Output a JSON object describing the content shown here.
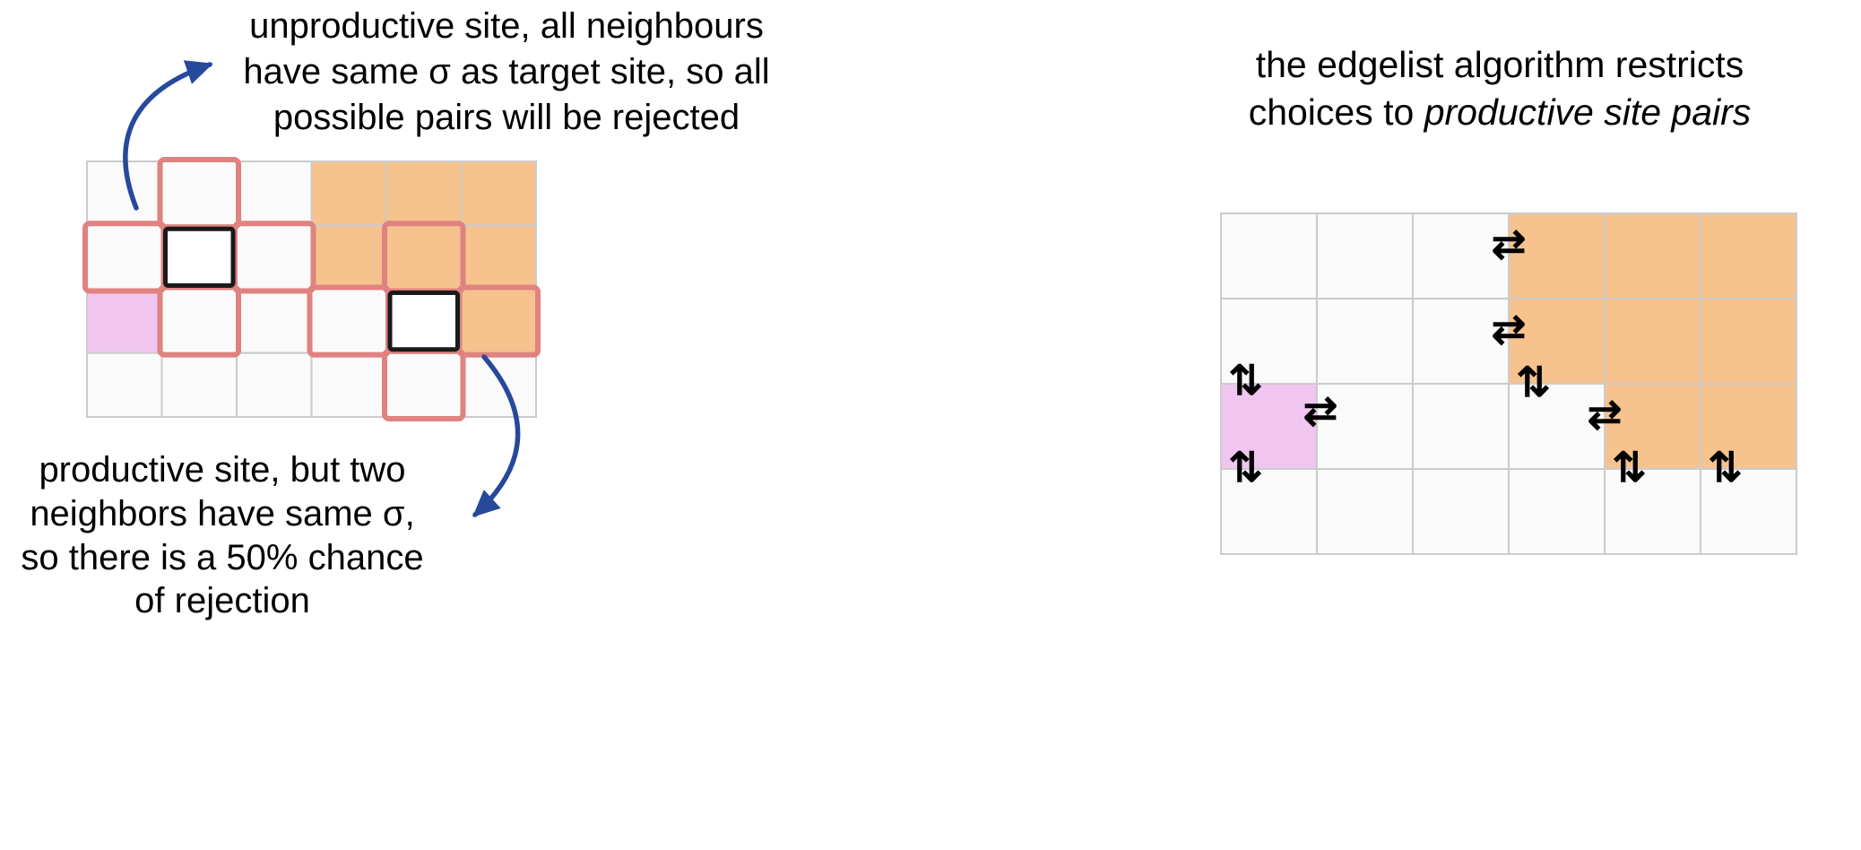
{
  "colors": {
    "background": "#FFFFFF",
    "text": "#000000",
    "orange": "#F6C28E",
    "pink": "#F0C5F0",
    "red_outline": "#E08280",
    "black_outline": "#1A1A1A",
    "grid_line": "#CBCBCB",
    "cell_fill": "#FAFAFA",
    "arrow_blue": "#27499B",
    "marker_black": "#000000"
  },
  "captions": {
    "unproductive": {
      "lines": [
        "unproductive site, all neighbours",
        "have same σ as target site, so all",
        "possible pairs will be rejected"
      ]
    },
    "productive": {
      "lines": [
        "productive site, but two",
        "neighbors have same σ,",
        "so there is a 50% chance",
        "of rejection"
      ]
    },
    "edgelist": {
      "line1": "the edgelist algorithm restricts",
      "line2_normal": "choices to ",
      "line2_italic": "productive site pairs"
    }
  },
  "left_grid": {
    "cols": 6,
    "rows": 4,
    "orange_cells": [
      [
        3,
        0
      ],
      [
        4,
        0
      ],
      [
        5,
        0
      ],
      [
        3,
        1
      ],
      [
        4,
        1
      ],
      [
        5,
        1
      ],
      [
        4,
        2
      ],
      [
        5,
        2
      ]
    ],
    "pink_cells": [
      [
        0,
        2
      ]
    ],
    "targets": [
      {
        "name": "unproductive-target-site",
        "cell": [
          1,
          1
        ],
        "neighbors": [
          [
            1,
            0
          ],
          [
            0,
            1
          ],
          [
            2,
            1
          ],
          [
            1,
            2
          ]
        ]
      },
      {
        "name": "productive-target-site",
        "cell": [
          4,
          2
        ],
        "neighbors": [
          [
            4,
            1
          ],
          [
            3,
            2
          ],
          [
            5,
            2
          ],
          [
            4,
            3
          ]
        ]
      }
    ]
  },
  "right_grid": {
    "cols": 6,
    "rows": 4,
    "orange_cells": [
      [
        3,
        0
      ],
      [
        4,
        0
      ],
      [
        5,
        0
      ],
      [
        3,
        1
      ],
      [
        4,
        1
      ],
      [
        5,
        1
      ],
      [
        4,
        2
      ],
      [
        5,
        2
      ]
    ],
    "pink_cells": [
      [
        0,
        2
      ]
    ],
    "marker_glyphs": {
      "horizontal": "⇄",
      "vertical": "⇅"
    },
    "pair_markers": [
      {
        "type": "horizontal",
        "edge": "left",
        "cell": [
          3,
          0
        ]
      },
      {
        "type": "horizontal",
        "edge": "left",
        "cell": [
          3,
          1
        ]
      },
      {
        "type": "vertical",
        "edge": "bottom",
        "cell": [
          3,
          1
        ]
      },
      {
        "type": "horizontal",
        "edge": "left",
        "cell": [
          4,
          2
        ]
      },
      {
        "type": "vertical",
        "edge": "bottom",
        "cell": [
          4,
          2
        ]
      },
      {
        "type": "vertical",
        "edge": "bottom",
        "cell": [
          5,
          2
        ]
      },
      {
        "type": "vertical",
        "edge": "top",
        "cell": [
          0,
          2
        ]
      },
      {
        "type": "horizontal",
        "edge": "right",
        "cell": [
          0,
          2
        ]
      },
      {
        "type": "vertical",
        "edge": "bottom",
        "cell": [
          0,
          2
        ]
      }
    ]
  }
}
